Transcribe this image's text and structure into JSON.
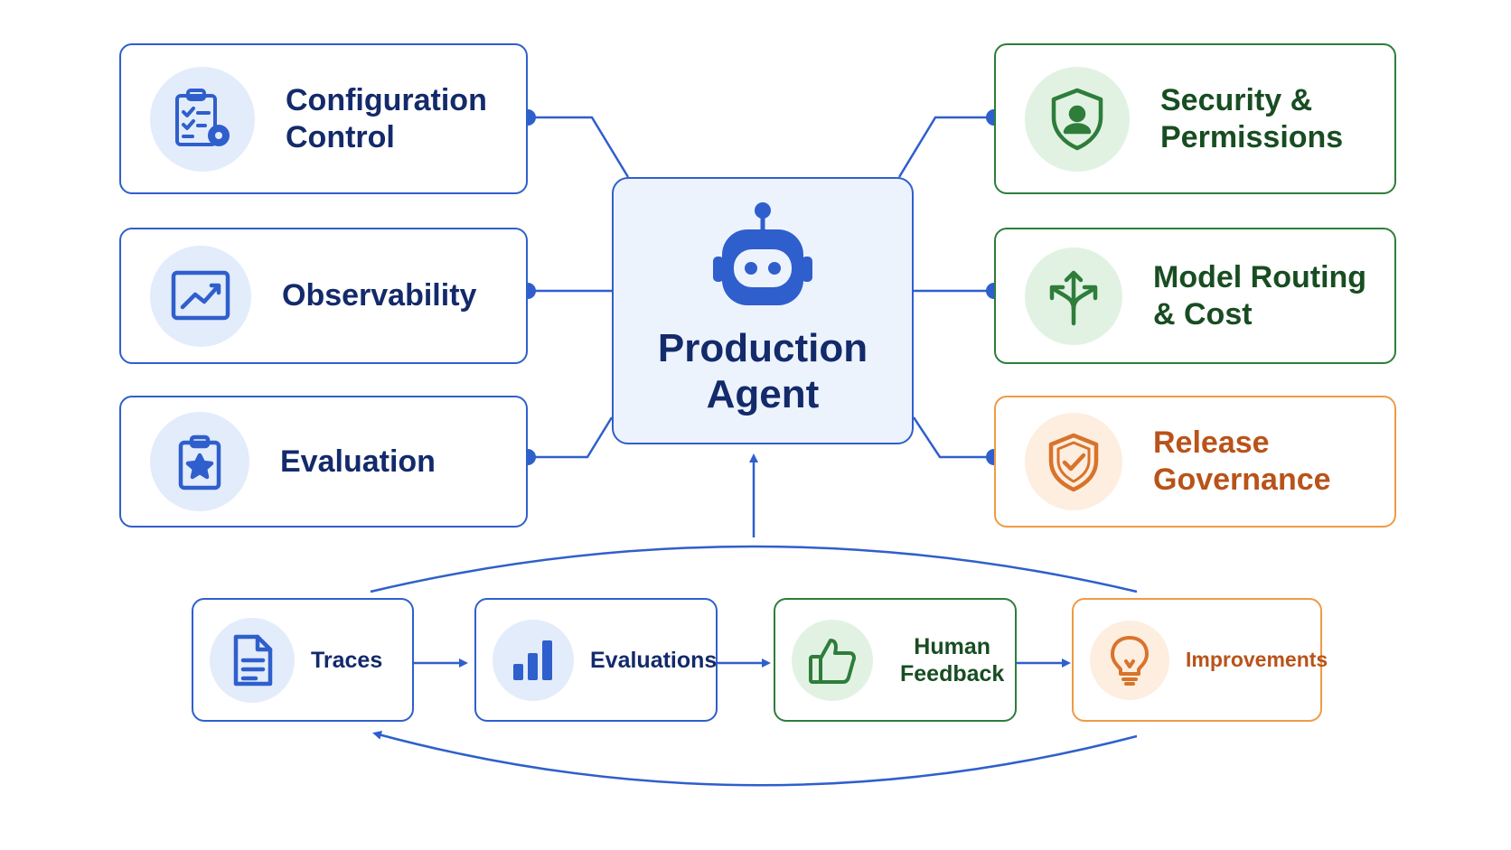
{
  "center": {
    "title": "Production\nAgent",
    "icon": "robot-icon"
  },
  "left_pillars": [
    {
      "label": "Configuration\nControl",
      "icon": "clipboard-gear-icon"
    },
    {
      "label": "Observability",
      "icon": "trend-chart-icon"
    },
    {
      "label": "Evaluation",
      "icon": "clipboard-star-icon"
    }
  ],
  "right_pillars": [
    {
      "label": "Security &\nPermissions",
      "icon": "shield-user-icon"
    },
    {
      "label": "Model Routing\n& Cost",
      "icon": "routing-arrows-icon"
    },
    {
      "label": "Release\nGovernance",
      "icon": "shield-check-icon"
    }
  ],
  "loop_steps": [
    {
      "label": "Traces",
      "icon": "document-icon"
    },
    {
      "label": "Evaluations",
      "icon": "bar-chart-icon"
    },
    {
      "label": "Human\nFeedback",
      "icon": "thumbs-up-icon"
    },
    {
      "label": "Improvements",
      "icon": "lightbulb-icon"
    }
  ],
  "colors": {
    "blue": "#2f5fcc",
    "green": "#2e7d3a",
    "orange": "#ef9a44",
    "navy": "#132a6b"
  }
}
